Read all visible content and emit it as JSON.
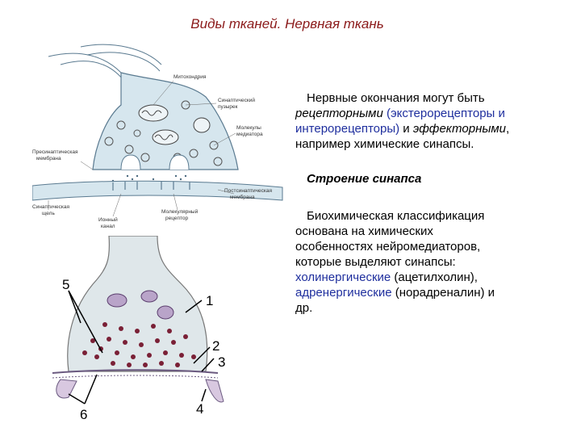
{
  "title": "Виды тканей. Нервная ткань",
  "para1": {
    "l1": "Нервные окончания могут быть",
    "l2a": "рецепторными",
    "l2b": " (экстерорецепторы и",
    "l3a": "интерорецепторы)",
    "l3b": " и ",
    "l3c": "эффекторными",
    "l3d": ",",
    "l4": "например химические синапсы."
  },
  "para2": {
    "heading": "Строение синапса"
  },
  "para3": {
    "l1": "Биохимическая классификация",
    "l2": "основана на химических",
    "l3": "особенностях  нейромедиаторов,",
    "l4": "которые выделяют синапсы:",
    "l5a": "холинергические",
    "l5b": " (ацетилхолин),",
    "l6a": "адренергические",
    "l6b": " (норадреналин) и",
    "l7": "др."
  },
  "figure1": {
    "labels": {
      "mitochondria": "Митохондрия",
      "vesicle_l1": "Синаптический",
      "vesicle_l2": "пузырек",
      "molecules_l1": "Молекулы",
      "molecules_l2": "медиатора",
      "presyn_l1": "Пресинаптическая",
      "presyn_l2": "мембрана",
      "cleft_l1": "Синаптическая",
      "cleft_l2": "щель",
      "ion_l1": "Ионный",
      "ion_l2": "канал",
      "receptor_l1": "Молекулярный",
      "receptor_l2": "рецептор",
      "postsyn_l1": "Постсинаптическая",
      "postsyn_l2": "мембрана"
    }
  },
  "figure2": {
    "numbers": [
      "1",
      "2",
      "3",
      "4",
      "5",
      "6"
    ]
  },
  "colors": {
    "title": "#8b1a1a",
    "highlight": "#1f2f9e",
    "diagram_fill": "#d6e6ee",
    "diagram_stroke": "#5a7a90",
    "vesicle": "#7a2036"
  }
}
